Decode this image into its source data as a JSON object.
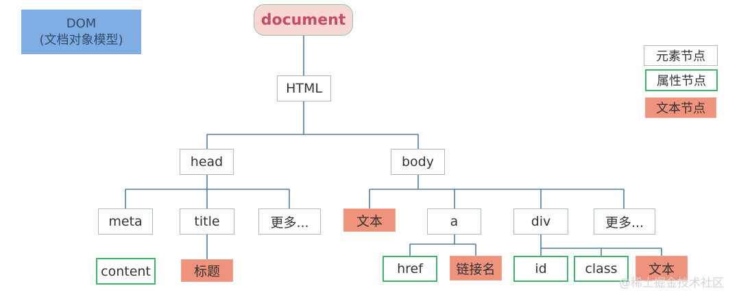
{
  "title_box": {
    "line1": "DOM",
    "line2": "(文档对象模型)"
  },
  "legend": {
    "element": "元素节点",
    "attribute": "属性节点",
    "text": "文本节点"
  },
  "nodes": {
    "document": "document",
    "html": "HTML",
    "head": "head",
    "body": "body",
    "meta": "meta",
    "title": "title",
    "head_more": "更多...",
    "body_text": "文本",
    "a": "a",
    "div": "div",
    "body_more": "更多...",
    "content": "content",
    "title_text": "标题",
    "href": "href",
    "link_name": "链接名",
    "id": "id",
    "class": "class",
    "div_text": "文本"
  },
  "watermark": "@稀土掘金技术社区",
  "colors": {
    "element_border": "#a9b9c7",
    "attribute_border": "#3cb868",
    "text_fill": "#f0937c",
    "document_fill": "#f8d7d3",
    "document_text": "#c24d68",
    "title_fill": "#7eaee3",
    "connector": "#4a7ea8"
  }
}
